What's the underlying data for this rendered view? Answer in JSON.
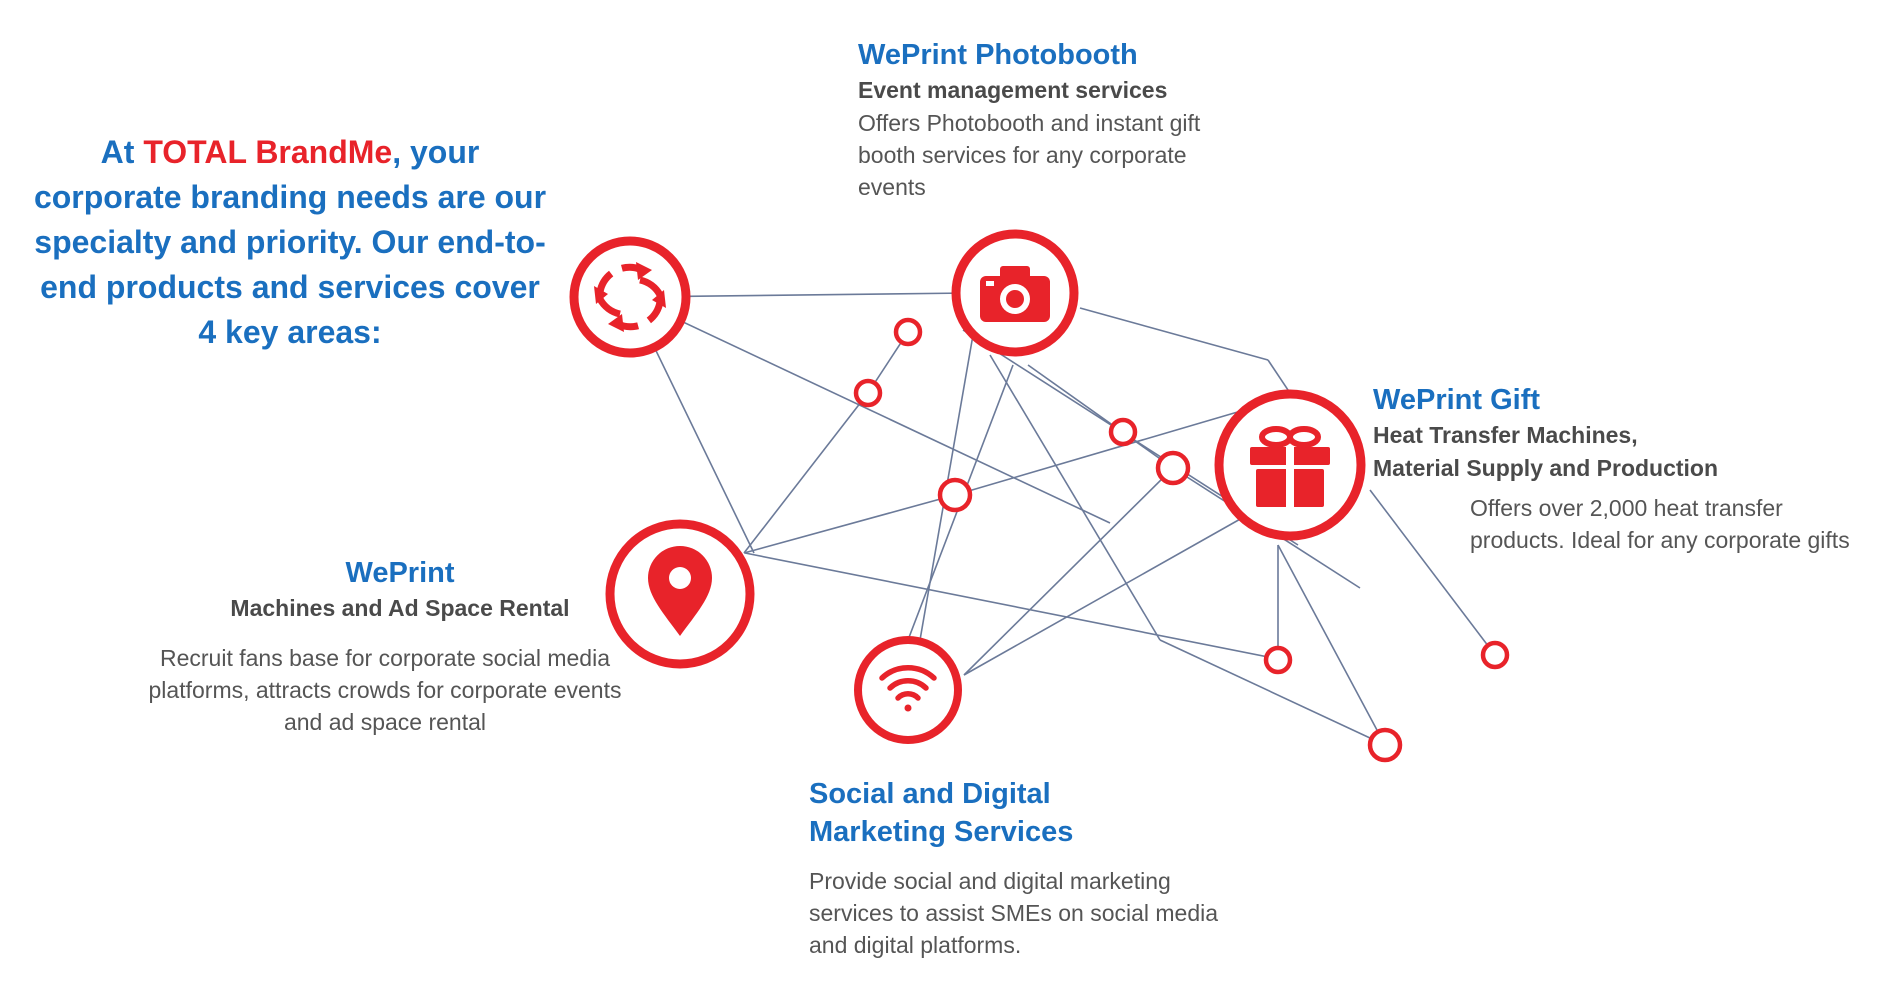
{
  "intro": {
    "prefix": "At ",
    "brand": "TOTAL BrandMe",
    "rest": ", your corporate branding needs are our specialty and priority. Our end-to-end products and services cover 4 key areas:"
  },
  "photobooth": {
    "title": "WePrint Photobooth",
    "subtitle": "Event management services",
    "description": "Offers Photobooth and instant gift booth services for any corporate events"
  },
  "gift": {
    "title": "WePrint Gift",
    "subtitle_line1": "Heat Transfer Machines,",
    "subtitle_line2": "Material Supply and Production",
    "description": "Offers over 2,000 heat transfer products. Ideal for any corporate gifts"
  },
  "weprint": {
    "title": "WePrint",
    "subtitle": "Machines and Ad Space Rental",
    "description": "Recruit fans base for corporate social media platforms, attracts crowds for corporate events and ad space rental"
  },
  "social": {
    "title_line1": "Social and Digital",
    "title_line2": "Marketing Services",
    "description": "Provide social and digital marketing services to assist SMEs on social media and digital platforms."
  },
  "icons": {
    "refresh": "refresh-icon",
    "camera": "camera-icon",
    "gift": "gift-icon",
    "location": "location-pin-icon",
    "wifi": "wifi-icon"
  },
  "colors": {
    "brand_red": "#e8232a",
    "title_blue": "#1a6fbf",
    "line_gray": "#6b7a99"
  }
}
